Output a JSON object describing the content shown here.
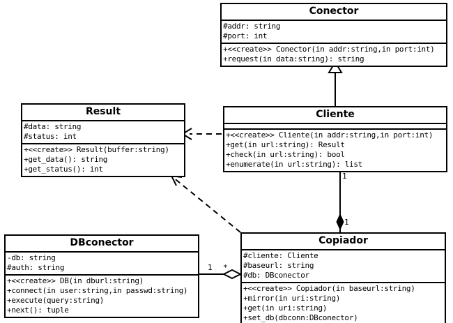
{
  "diagram": {
    "type": "uml-class-diagram",
    "background": "#ffffff",
    "line_color": "#000000",
    "classes": [
      {
        "id": "conector",
        "name": "Conector",
        "attributes": [
          "#addr: string",
          "#port: int"
        ],
        "operations": [
          "+<<create>> Conector(in addr:string,in port:int)",
          "+request(in data:string): string"
        ]
      },
      {
        "id": "result",
        "name": "Result",
        "attributes": [
          "#data: string",
          "#status: int"
        ],
        "operations": [
          "+<<create>> Result(buffer:string)",
          "+get_data(): string",
          "+get_status(): int"
        ]
      },
      {
        "id": "cliente",
        "name": "Cliente",
        "attributes": [],
        "operations": [
          "+<<create>> Cliente(in addr:string,in port:int)",
          "+get(in url:string): Result",
          "+check(in url:string): bool",
          "+enumerate(in url:string): list"
        ]
      },
      {
        "id": "dbconector",
        "name": "DBconector",
        "attributes": [
          "-db: string",
          "#auth: string"
        ],
        "operations": [
          "+<<create>> DB(in dburl:string)",
          "+connect(in user:string,in passwd:string)",
          "+execute(query:string)",
          "+next(): tuple"
        ]
      },
      {
        "id": "copiador",
        "name": "Copiador",
        "attributes": [
          "#cliente: Cliente",
          "#baseurl: string",
          "#db: DBconector"
        ],
        "operations": [
          "+<<create>> Copiador(in baseurl:string)",
          "+mirror(in uri:string)",
          "+get(in uri:string)",
          "+set_db(dbconn:DBconector)"
        ]
      }
    ],
    "relationships": [
      {
        "id": "cliente-conector",
        "kind": "generalization",
        "from": "Cliente",
        "to": "Conector",
        "source_multiplicity": "",
        "target_multiplicity": ""
      },
      {
        "id": "cliente-result",
        "kind": "dependency",
        "from": "Cliente",
        "to": "Result",
        "source_multiplicity": "",
        "target_multiplicity": ""
      },
      {
        "id": "copiador-result",
        "kind": "dependency",
        "from": "Copiador",
        "to": "Result",
        "source_multiplicity": "",
        "target_multiplicity": ""
      },
      {
        "id": "cliente-copiador",
        "kind": "composition",
        "from": "Cliente",
        "to": "Copiador",
        "source_multiplicity": "1",
        "target_multiplicity": "1"
      },
      {
        "id": "dbconector-copiador",
        "kind": "aggregation",
        "from": "DBconector",
        "to": "Copiador",
        "source_multiplicity": "1",
        "target_multiplicity": "*"
      }
    ],
    "multiplicity_labels": {
      "cliente_end": "1",
      "copiador_end": "1",
      "dbconector_end": "1",
      "copiador_agg_end": "*"
    }
  }
}
